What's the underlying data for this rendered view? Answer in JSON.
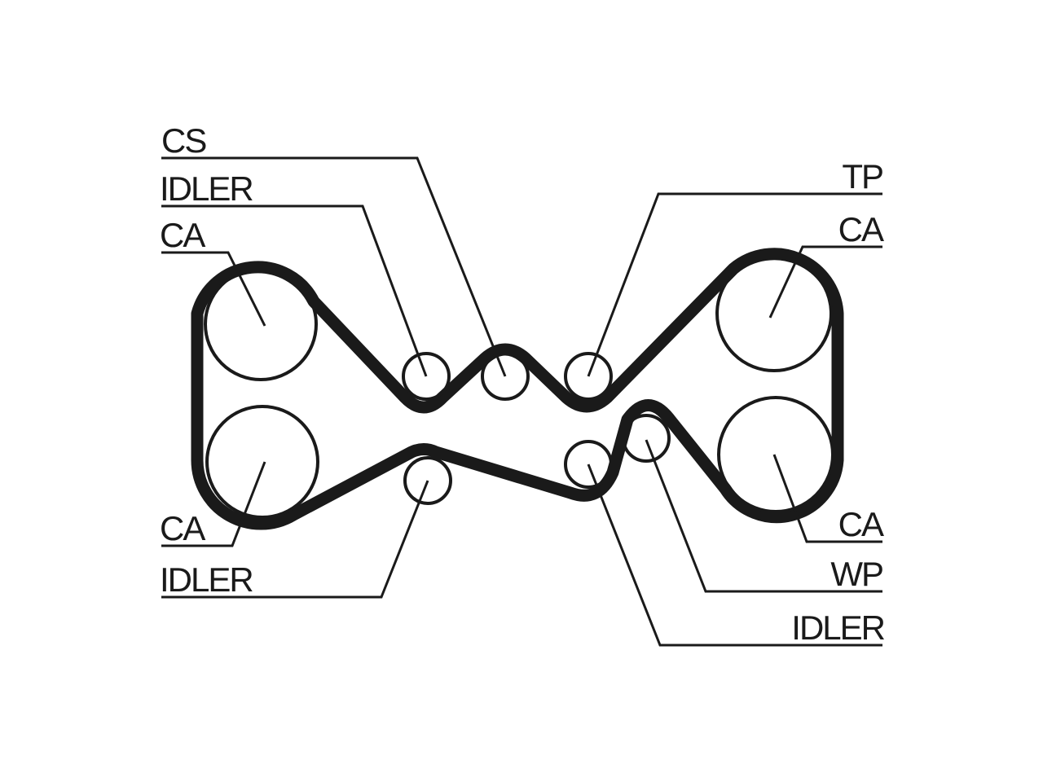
{
  "colors": {
    "ink": "#1a1a1a",
    "background": "#ffffff"
  },
  "labels": {
    "cs": "CS",
    "idler_top_left": "IDLER",
    "ca_top_left": "CA",
    "ca_bottom_left": "CA",
    "idler_bottom_left": "IDLER",
    "tp": "TP",
    "ca_top_right": "CA",
    "ca_bottom_right": "CA",
    "wp": "WP",
    "idler_bottom_right": "IDLER"
  }
}
